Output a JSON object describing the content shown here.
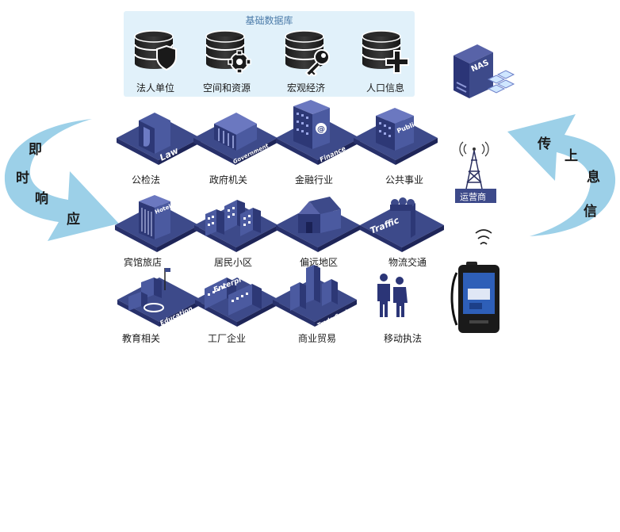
{
  "database": {
    "title": "基础数据库",
    "items": [
      {
        "label": "法人单位",
        "badge": "shield-icon"
      },
      {
        "label": "空间和资源",
        "badge": "gear-icon"
      },
      {
        "label": "宏观经济",
        "badge": "key-icon"
      },
      {
        "label": "人口信息",
        "badge": "plus-icon"
      }
    ]
  },
  "grid": {
    "row1": [
      {
        "label": "公检法",
        "sign": "Law"
      },
      {
        "label": "政府机关",
        "sign": "Government"
      },
      {
        "label": "金融行业",
        "sign": "Finance"
      },
      {
        "label": "公共事业",
        "sign": "Public"
      }
    ],
    "row2": [
      {
        "label": "宾馆旅店",
        "sign": "Hotel"
      },
      {
        "label": "居民小区",
        "sign": ""
      },
      {
        "label": "偏远地区",
        "sign": ""
      },
      {
        "label": "物流交通",
        "sign": "Traffic"
      }
    ],
    "row3": [
      {
        "label": "教育相关",
        "sign": "Education"
      },
      {
        "label": "工厂企业",
        "sign": "Enterprise"
      },
      {
        "label": "商业贸易",
        "sign": "Trade Center"
      },
      {
        "label": "移动执法",
        "sign": ""
      }
    ]
  },
  "left_arrow": {
    "chars": [
      "即",
      "时",
      "响",
      "应"
    ]
  },
  "right_arrow": {
    "chars": [
      "传",
      "上",
      "息",
      "信"
    ]
  },
  "nas": {
    "label": "NAS"
  },
  "tower": {
    "label": "运营商"
  },
  "colors": {
    "tile": "#3d4a8a",
    "tile_dark": "#27306a",
    "arrow": "#9cd0e8",
    "panel": "#e1f1fa"
  }
}
